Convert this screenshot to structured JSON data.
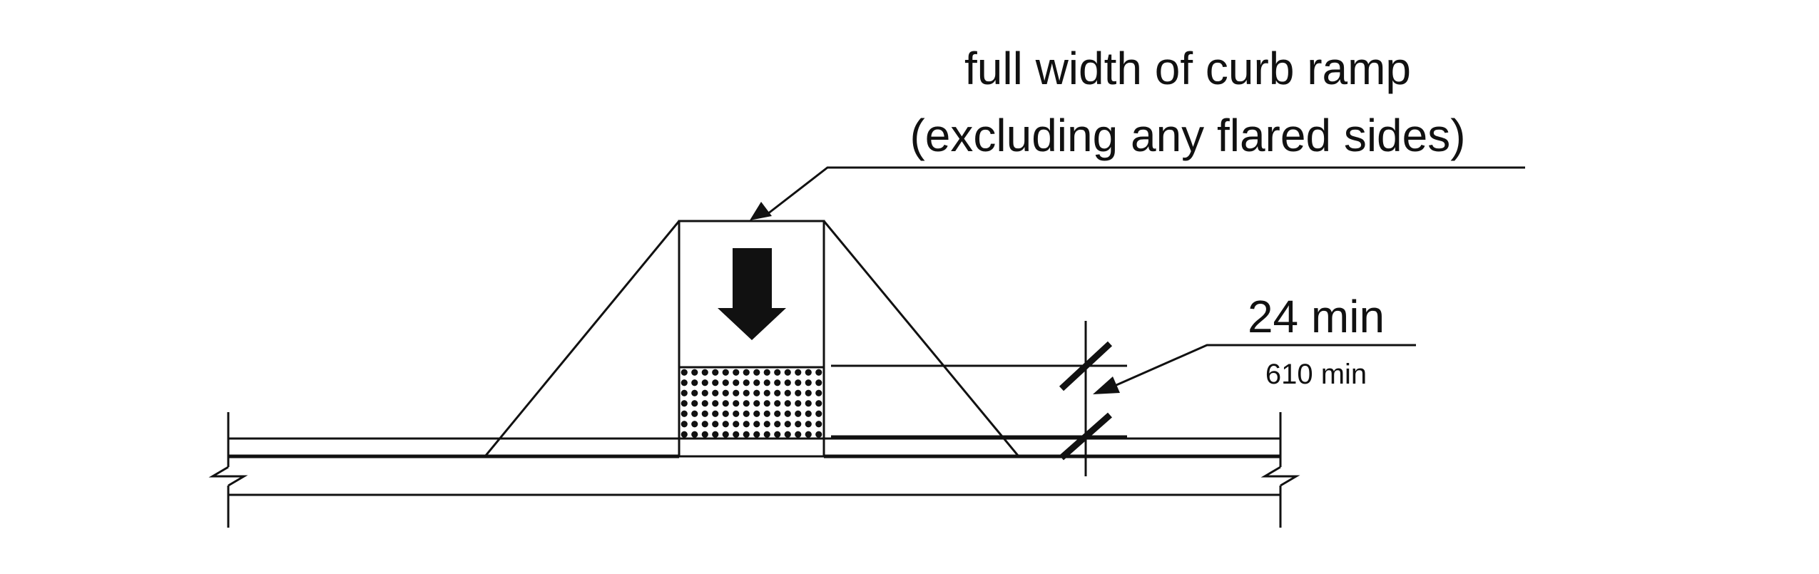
{
  "diagram": {
    "labels": {
      "width_line1": "full width of curb ramp",
      "width_line2": "(excluding any flared sides)",
      "dim_imperial": "24 min",
      "dim_metric": "610 min"
    },
    "colors": {
      "line": "#111111",
      "background": "#ffffff"
    },
    "icons": {
      "direction": "down-arrow-icon",
      "texture": "truncated-dome-pattern"
    }
  }
}
